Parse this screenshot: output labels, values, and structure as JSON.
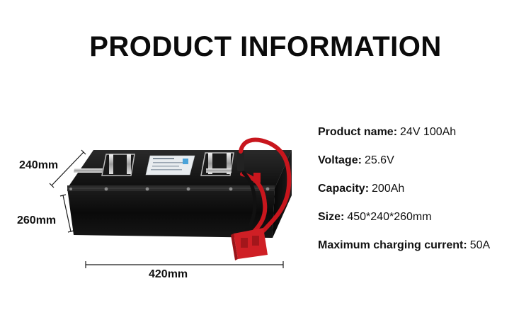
{
  "header": {
    "title": "PRODUCT INFORMATION"
  },
  "dimensions": {
    "width_label": "240mm",
    "height_label": "260mm",
    "length_label": "420mm"
  },
  "specs": [
    {
      "key": "Product name:",
      "value": "24V 100Ah"
    },
    {
      "key": "Voltage:",
      "value": "25.6V"
    },
    {
      "key": "Capacity:",
      "value": "200Ah"
    },
    {
      "key": "Size:",
      "value": "450*240*260mm"
    },
    {
      "key": "Maximum charging current:",
      "value": "50A"
    }
  ],
  "colors": {
    "battery_body": "#0d0d0d",
    "cable_red": "#c8161d",
    "connector_red": "#cf1f25",
    "dimension_line": "#1a1a1a"
  }
}
